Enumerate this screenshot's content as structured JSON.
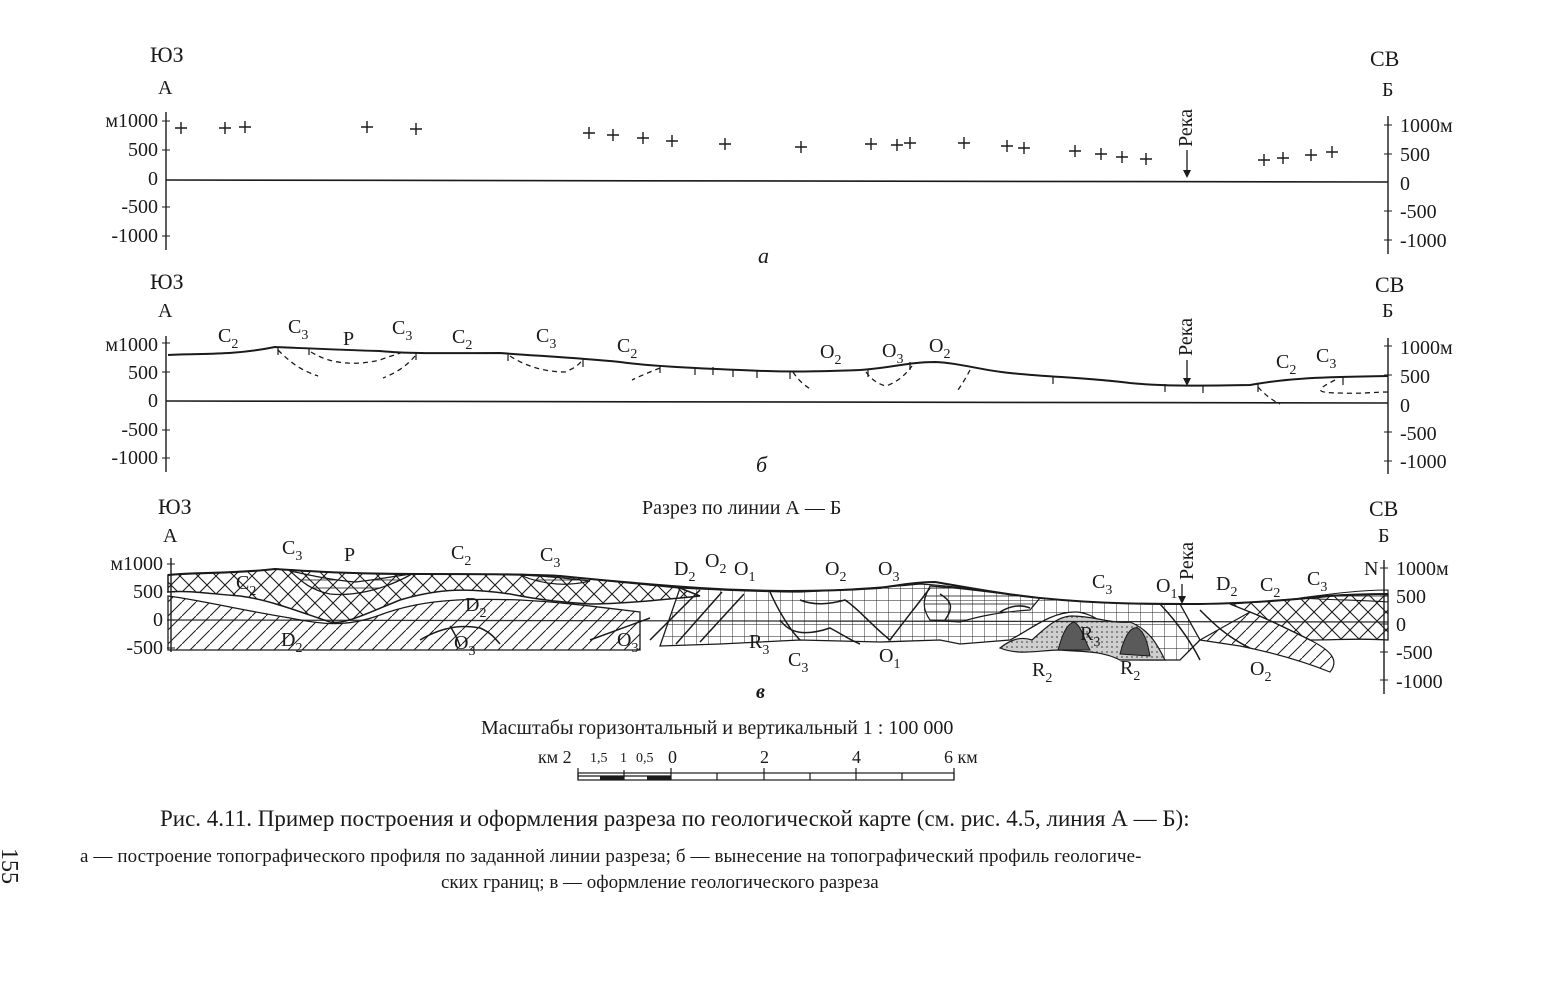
{
  "directions": {
    "left_dir": "ЮЗ",
    "left_point": "А",
    "right_dir": "СВ",
    "right_point": "Б"
  },
  "axis_ticks_left": [
    "м1000",
    "500",
    "0",
    "-500",
    "-1000"
  ],
  "axis_ticks_right": [
    "1000м",
    "500",
    "0",
    "-500",
    "-1000"
  ],
  "axis_ticks_left_c": [
    "м1000",
    "500",
    "0",
    "-500"
  ],
  "river_label": "Река",
  "panel_a": {
    "letter": "а"
  },
  "panel_b": {
    "letter": "б",
    "labels": [
      {
        "base": "C",
        "sub": "2"
      },
      {
        "base": "C",
        "sub": "3"
      },
      {
        "base": "P",
        "sub": ""
      },
      {
        "base": "C",
        "sub": "3"
      },
      {
        "base": "C",
        "sub": "2"
      },
      {
        "base": "C",
        "sub": "3"
      },
      {
        "base": "C",
        "sub": "2"
      },
      {
        "base": "O",
        "sub": "2"
      },
      {
        "base": "O",
        "sub": "3"
      },
      {
        "base": "O",
        "sub": "2"
      },
      {
        "base": "C",
        "sub": "2"
      },
      {
        "base": "C",
        "sub": "3"
      }
    ]
  },
  "panel_c": {
    "letter": "в",
    "section_title": "Разрез по линии А — Б",
    "labels": [
      {
        "base": "C",
        "sub": "3"
      },
      {
        "base": "P",
        "sub": ""
      },
      {
        "base": "C",
        "sub": "2"
      },
      {
        "base": "C",
        "sub": "3"
      },
      {
        "base": "C",
        "sub": "2"
      },
      {
        "base": "D",
        "sub": "2"
      },
      {
        "base": "D",
        "sub": "2"
      },
      {
        "base": "O",
        "sub": "3"
      },
      {
        "base": "O",
        "sub": "3"
      },
      {
        "base": "D",
        "sub": "2"
      },
      {
        "base": "O",
        "sub": "2"
      },
      {
        "base": "O",
        "sub": "1"
      },
      {
        "base": "O",
        "sub": "2"
      },
      {
        "base": "O",
        "sub": "3"
      },
      {
        "base": "R",
        "sub": "3"
      },
      {
        "base": "C",
        "sub": "3"
      },
      {
        "base": "O",
        "sub": "1"
      },
      {
        "base": "C",
        "sub": "3"
      },
      {
        "base": "O",
        "sub": "1"
      },
      {
        "base": "R",
        "sub": "3"
      },
      {
        "base": "R",
        "sub": "2"
      },
      {
        "base": "R",
        "sub": "2"
      },
      {
        "base": "D",
        "sub": "2"
      },
      {
        "base": "C",
        "sub": "2"
      },
      {
        "base": "C",
        "sub": "3"
      },
      {
        "base": "N",
        "sub": ""
      },
      {
        "base": "O",
        "sub": "2"
      }
    ]
  },
  "scale": {
    "title": "Масштабы горизонтальный и вертикальный 1 : 100 000",
    "ticks": [
      "км 2",
      "1,5",
      "1",
      "0,5",
      "0",
      "2",
      "4",
      "6 км"
    ]
  },
  "caption": {
    "title": "Рис. 4.11. Пример построения и оформления разреза по геологической карте (см. рис. 4.5, линия А — Б):",
    "body_line1": "а — построение топографического профиля по заданной линии разреза; б — вынесение на топографический профиль геологиче-",
    "body_line2": "ских границ; в — оформление геологического разреза"
  },
  "page_number": "155"
}
